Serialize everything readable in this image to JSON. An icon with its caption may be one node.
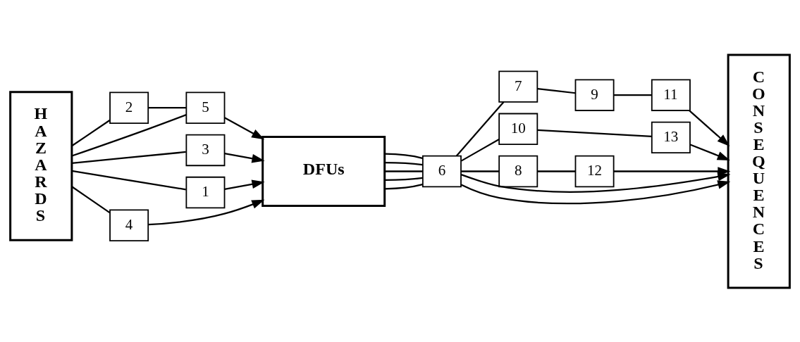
{
  "diagram": {
    "nodes": [
      {
        "text": [
          "HAZARDS"
        ]
      },
      {
        "text": [
          "2"
        ]
      },
      {
        "text": [
          "5"
        ]
      },
      {
        "text": [
          "3"
        ]
      },
      {
        "text": [
          "1"
        ]
      },
      {
        "text": [
          "4"
        ]
      },
      {
        "text": [
          "DFUs"
        ]
      },
      {
        "text": [
          "11"
        ]
      },
      {
        "text": [
          "9"
        ]
      },
      {
        "text": [
          "7"
        ]
      },
      {
        "text": [
          "6"
        ]
      },
      {
        "text": [
          "10"
        ]
      },
      {
        "text": [
          "13"
        ]
      },
      {
        "text": [
          "8"
        ]
      },
      {
        "text": [
          "12"
        ]
      },
      {
        "text": [
          "CONSEQUENCES"
        ]
      }
    ],
    "edges": [
      {
        "from": 0,
        "to": 1,
        "arrow": "none"
      },
      {
        "from": 1,
        "to": 2,
        "arrow": "none"
      },
      {
        "from": 2,
        "to": 6,
        "arrow": "to"
      },
      {
        "from": 0,
        "to": 2,
        "arrow": "none"
      },
      {
        "from": 0,
        "to": 3,
        "arrow": "none"
      },
      {
        "from": 3,
        "to": 6,
        "arrow": "to"
      },
      {
        "from": 0,
        "to": 4,
        "arrow": "none"
      },
      {
        "from": 4,
        "to": 6,
        "arrow": "to"
      },
      {
        "from": 0,
        "to": 5,
        "arrow": "none"
      },
      {
        "from": 5,
        "to": 6,
        "arrow": "to"
      },
      {
        "from": 6,
        "to": 10,
        "arrow": "none"
      },
      {
        "from": 6,
        "to": 10,
        "arrow": "none"
      },
      {
        "from": 6,
        "to": 10,
        "arrow": "none"
      },
      {
        "from": 6,
        "to": 10,
        "arrow": "none"
      },
      {
        "from": 6,
        "to": 10,
        "arrow": "none"
      },
      {
        "from": 10,
        "to": 9,
        "arrow": "none"
      },
      {
        "from": 9,
        "to": 8,
        "arrow": "none"
      },
      {
        "from": 8,
        "to": 7,
        "arrow": "none"
      },
      {
        "from": 7,
        "to": 15,
        "arrow": "to"
      },
      {
        "from": 10,
        "to": 15,
        "arrow": "to"
      },
      {
        "from": 10,
        "to": 11,
        "arrow": "none"
      },
      {
        "from": 11,
        "to": 12,
        "arrow": "none"
      },
      {
        "from": 12,
        "to": 15,
        "arrow": "to"
      },
      {
        "from": 10,
        "to": 15,
        "arrow": "to"
      },
      {
        "from": 10,
        "to": 13,
        "arrow": "none"
      },
      {
        "from": 13,
        "to": 14,
        "arrow": "none"
      },
      {
        "from": 14,
        "to": 15,
        "arrow": "to"
      }
    ]
  }
}
